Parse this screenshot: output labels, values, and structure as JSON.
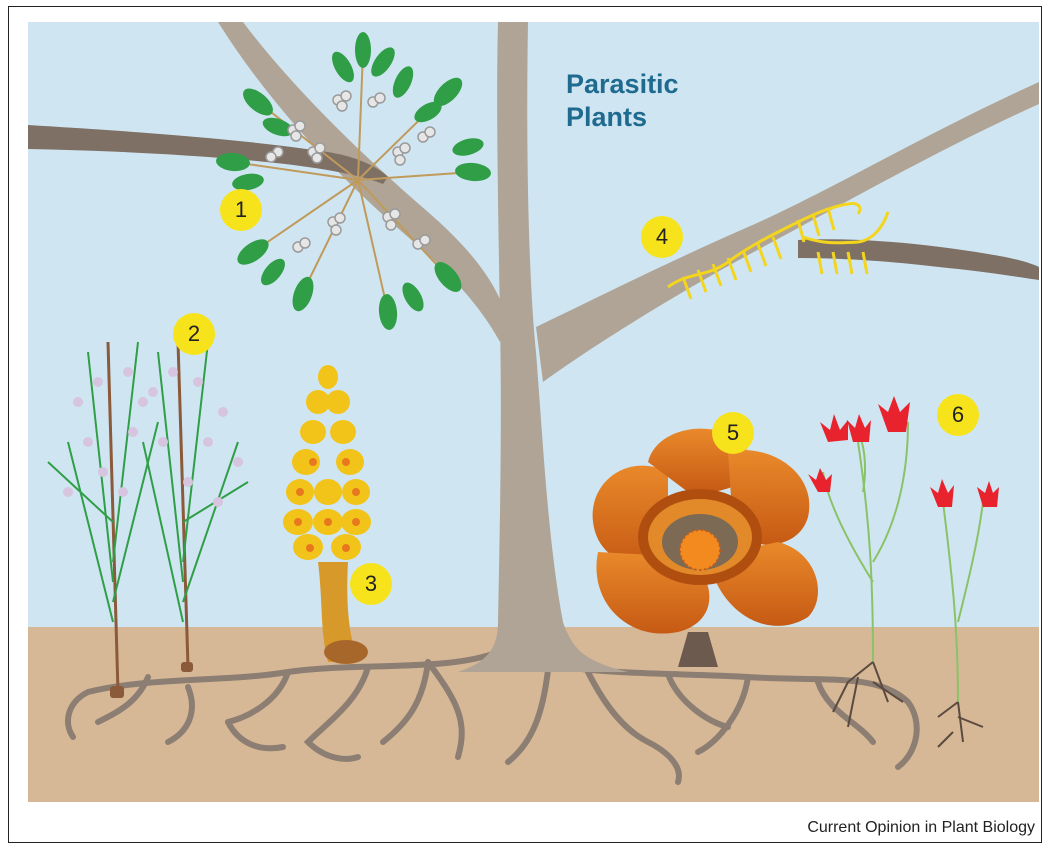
{
  "title": {
    "line1": "Parasitic",
    "line2": "Plants"
  },
  "labels": [
    "1",
    "2",
    "3",
    "4",
    "5",
    "6"
  ],
  "credit": "Current Opinion in Plant Biology",
  "colors": {
    "sky": "#cfe6f2",
    "soil": "#d6b896",
    "tree": "#b0a496",
    "root": "#8d7e73",
    "title": "#1f6a8f",
    "label_circle": "#f7e31b",
    "mistletoe_leaf": "#2f9e47",
    "dodder": "#f4d51e",
    "rafflesia": "#e0781e",
    "paintbrush": "#e8232e"
  }
}
